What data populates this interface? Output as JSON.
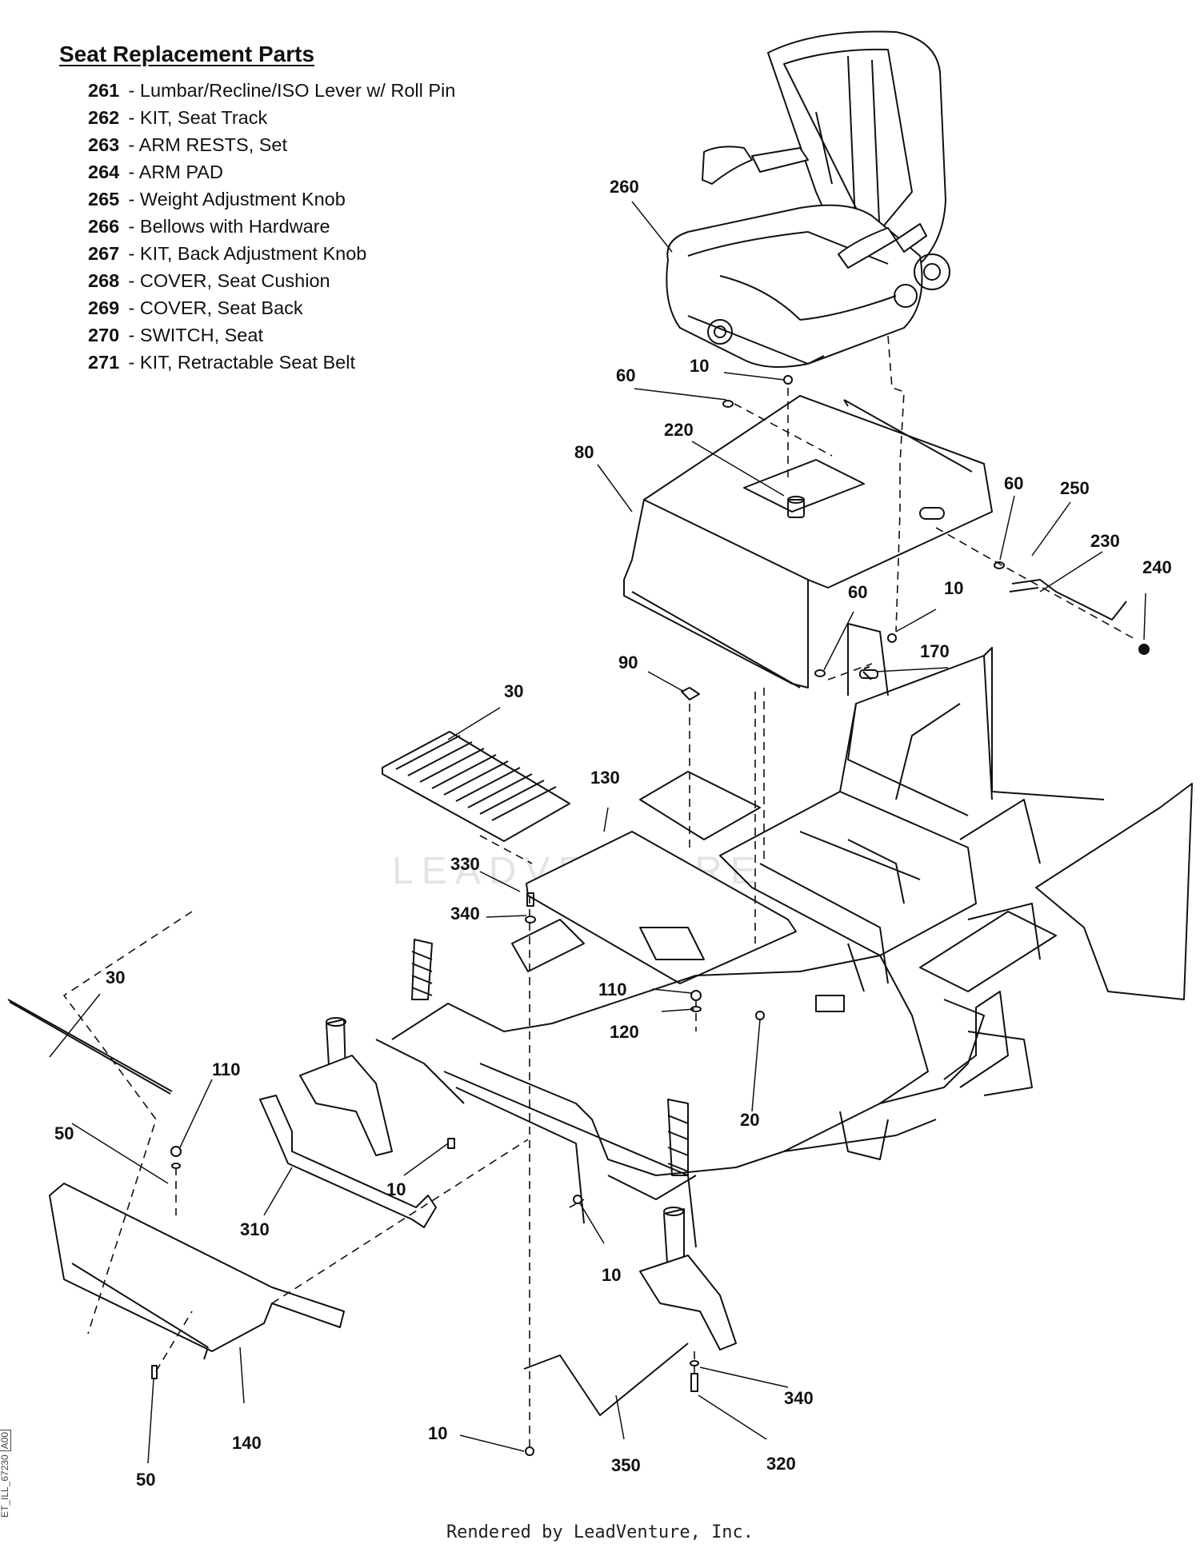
{
  "title": "Seat Replacement Parts",
  "parts": [
    {
      "num": "261",
      "desc": "Lumbar/Recline/ISO Lever w/ Roll Pin"
    },
    {
      "num": "262",
      "desc": "KIT, Seat Track"
    },
    {
      "num": "263",
      "desc": "ARM RESTS, Set"
    },
    {
      "num": "264",
      "desc": "ARM PAD"
    },
    {
      "num": "265",
      "desc": "Weight Adjustment Knob"
    },
    {
      "num": "266",
      "desc": "Bellows with Hardware"
    },
    {
      "num": "267",
      "desc": "KIT, Back Adjustment Knob"
    },
    {
      "num": "268",
      "desc": "COVER, Seat Cushion"
    },
    {
      "num": "269",
      "desc": "COVER, Seat Back"
    },
    {
      "num": "270",
      "desc": "SWITCH, Seat"
    },
    {
      "num": "271",
      "desc": "KIT, Retractable Seat Belt"
    }
  ],
  "separator": " - ",
  "callouts": {
    "c260": "260",
    "c10a": "10",
    "c60a": "60",
    "c220": "220",
    "c80": "80",
    "c60b": "60",
    "c250": "250",
    "c230": "230",
    "c240": "240",
    "c60c": "60",
    "c10b": "10",
    "c170": "170",
    "c90": "90",
    "c30a": "30",
    "c130": "130",
    "c330": "330",
    "c340a": "340",
    "c110a": "110",
    "c120": "120",
    "c20": "20",
    "c30b": "30",
    "c110b": "110",
    "c50a": "50",
    "c10c": "10",
    "c310": "310",
    "c10d": "10",
    "c140": "140",
    "c340b": "340",
    "c320": "320",
    "c10e": "10",
    "c350": "350",
    "c50b": "50"
  },
  "watermark": "LEADVENTURE",
  "footer": "Rendered by LeadVenture, Inc.",
  "diagram_id": "ET_ILL_67230",
  "diagram_rev": "A00"
}
